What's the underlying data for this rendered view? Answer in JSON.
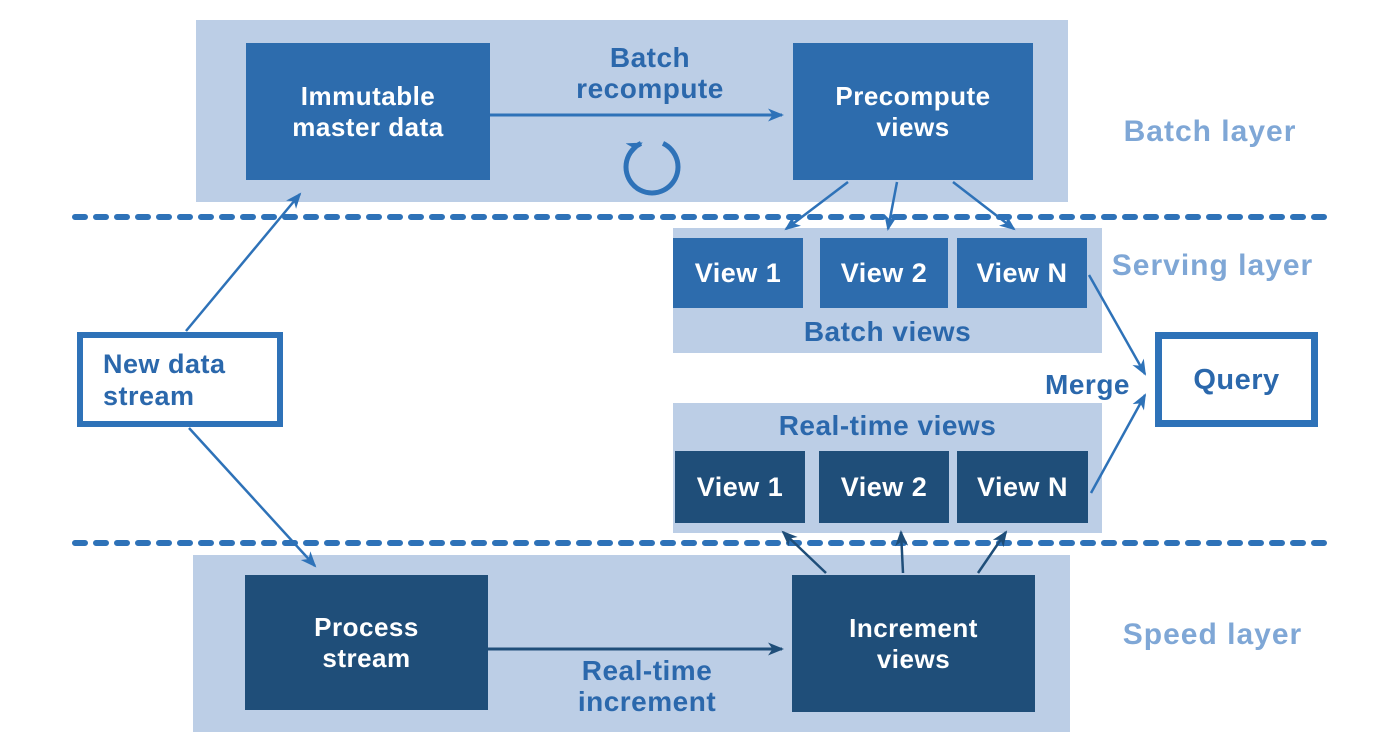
{
  "colors": {
    "band": "#bccee6",
    "box_medium": "#2d6cad",
    "box_dark": "#1f4e79",
    "accent": "#2e72b8",
    "caption": "#2b68ac",
    "arrow_dark": "#1f4e79",
    "layer_label": "#7fa7d6"
  },
  "layers": {
    "batch": "Batch layer",
    "serving": "Serving layer",
    "speed": "Speed layer"
  },
  "nodes": {
    "immutable_master_data": {
      "lines": [
        "Immutable",
        "master data"
      ]
    },
    "precompute_views": {
      "lines": [
        "Precompute",
        "views"
      ]
    },
    "new_data_stream": {
      "lines": [
        "New data",
        "stream"
      ]
    },
    "process_stream": {
      "lines": [
        "Process",
        "stream"
      ]
    },
    "increment_views": {
      "lines": [
        "Increment",
        "views"
      ]
    },
    "query": {
      "label": "Query"
    }
  },
  "groups": {
    "batch_views": {
      "caption": "Batch views",
      "items": [
        "View 1",
        "View 2",
        "View N"
      ]
    },
    "realtime_views": {
      "caption": "Real-time views",
      "items": [
        "View 1",
        "View 2",
        "View N"
      ]
    }
  },
  "edges": {
    "batch_recompute": {
      "lines": [
        "Batch",
        "recompute"
      ],
      "icon": "recompute-loop-icon"
    },
    "realtime_increment": {
      "lines": [
        "Real-time",
        "increment"
      ]
    },
    "merge": {
      "label": "Merge"
    }
  }
}
